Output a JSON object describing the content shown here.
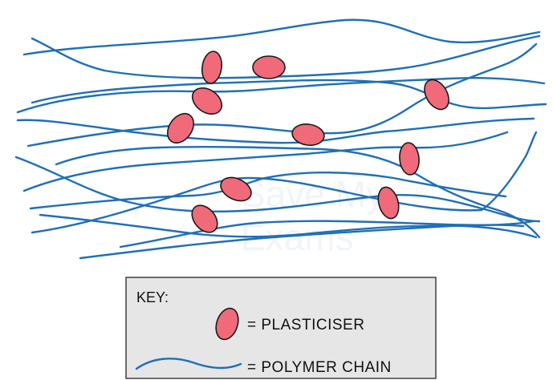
{
  "watermark": {
    "line1": "Save My",
    "line2": "Exams"
  },
  "colors": {
    "polymer_chain": "#1f6fb8",
    "plasticiser_fill": "#f06a7a",
    "plasticiser_outline": "#1a1a1a",
    "key_background": "#e6e6e6"
  },
  "key": {
    "title": "KEY:",
    "plasticiser_label": "= PLASTICISER",
    "polymer_chain_label": "= POLYMER  CHAIN"
  }
}
